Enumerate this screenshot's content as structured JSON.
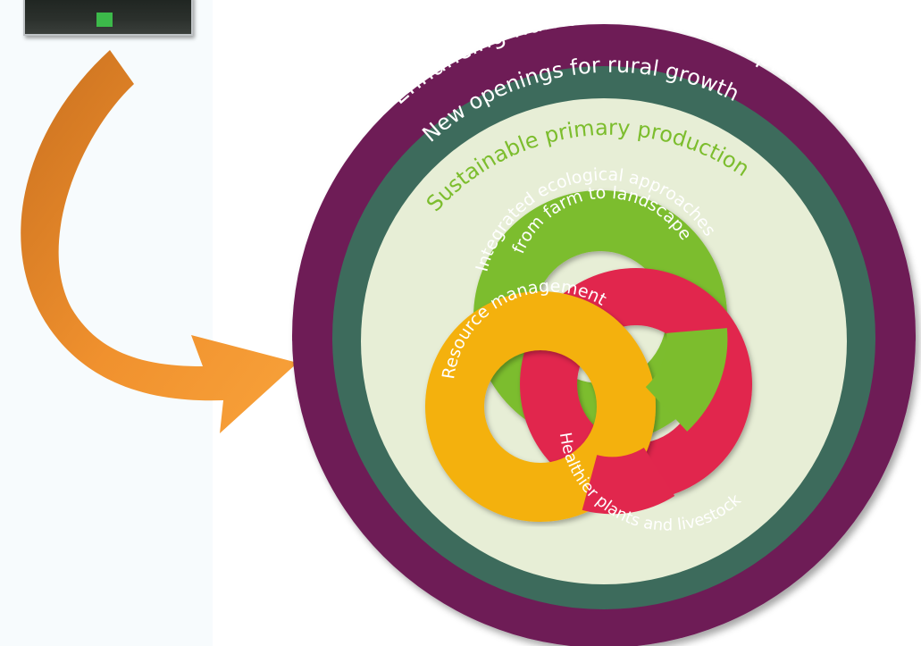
{
  "rings": {
    "outer": "Enhancing human and social capital",
    "middle": "New openings for rural growth",
    "inner": "Sustainable primary production"
  },
  "loops": {
    "green": "Integrated ecological approaches from farm to landscape",
    "green_line1": "Integrated ecological approaches",
    "green_line2": "from farm to landscape",
    "orange": "Resource management",
    "red": "Healthier plants and livestock"
  },
  "colors": {
    "outer_ring": "#6e1a57",
    "middle_ring": "#3d6b5c",
    "inner_disc": "#e7eed6",
    "green_loop": "#7cbd2d",
    "orange_loop": "#f4b10c",
    "red_loop": "#e1274d",
    "arrow": "#e88a2c",
    "inner_text": "#7cbd2d"
  },
  "icons": {
    "arrow": "curved-arrow-icon",
    "thumbnail": "document-thumbnail"
  }
}
